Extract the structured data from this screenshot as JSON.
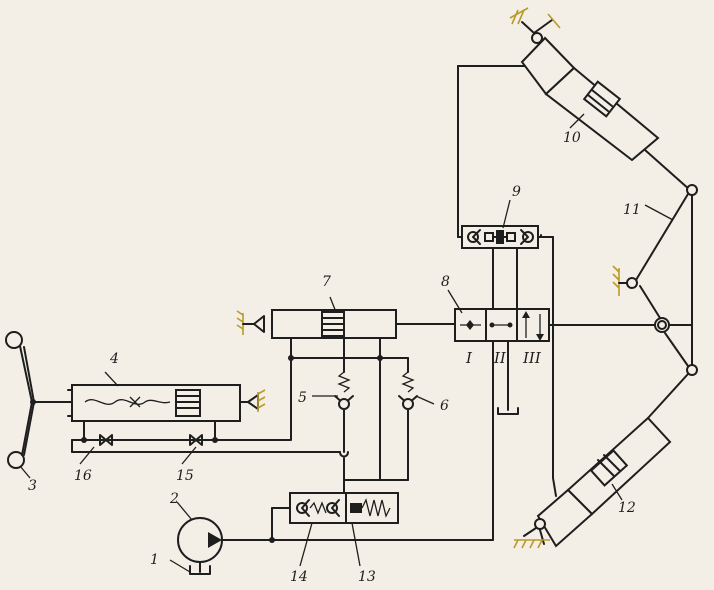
{
  "labels": {
    "n1": "1",
    "n2": "2",
    "n3": "3",
    "n4": "4",
    "n5": "5",
    "n6": "6",
    "n7": "7",
    "n8": "8",
    "n9": "9",
    "n10": "10",
    "n11": "11",
    "n12": "12",
    "n13": "13",
    "n14": "14",
    "n15": "15",
    "n16": "16"
  },
  "positions": {
    "p1": "I",
    "p2": "II",
    "p3": "III"
  },
  "colors": {
    "line": "#1e1e1e",
    "paper": "#f3efe6",
    "hatch": "#b89a2a"
  }
}
